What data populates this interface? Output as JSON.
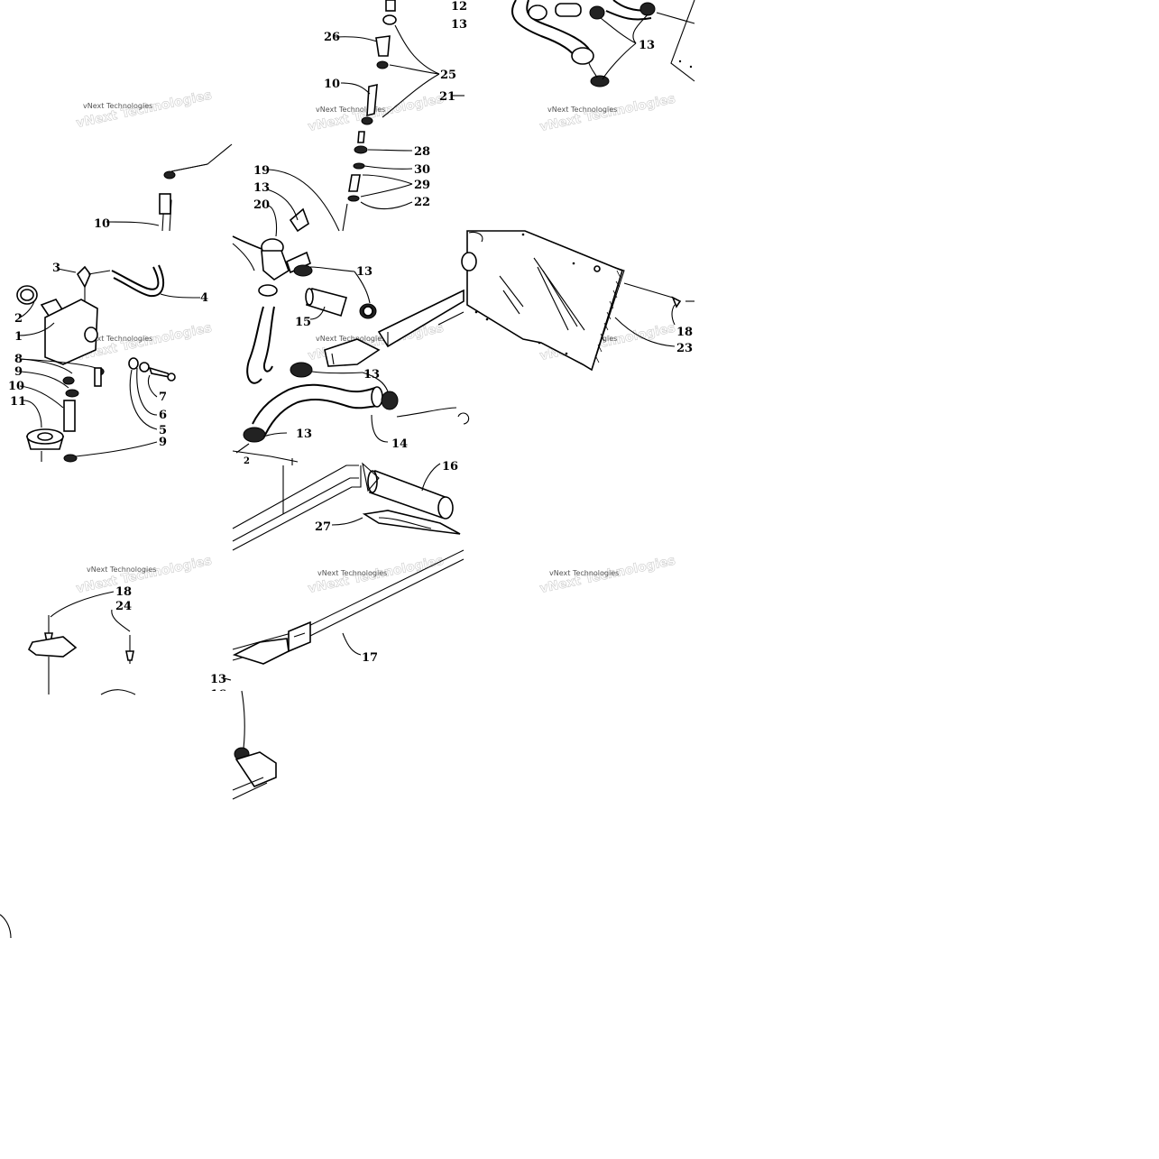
{
  "watermark": {
    "text": "vNext Technologies"
  },
  "callouts": [
    "1",
    "2",
    "3",
    "4",
    "5",
    "6",
    "7",
    "8",
    "9",
    "10",
    "11",
    "12",
    "13",
    "14",
    "15",
    "16",
    "17",
    "18",
    "19",
    "20",
    "21",
    "22",
    "23",
    "24",
    "25",
    "26",
    "27",
    "28",
    "29",
    "30"
  ]
}
